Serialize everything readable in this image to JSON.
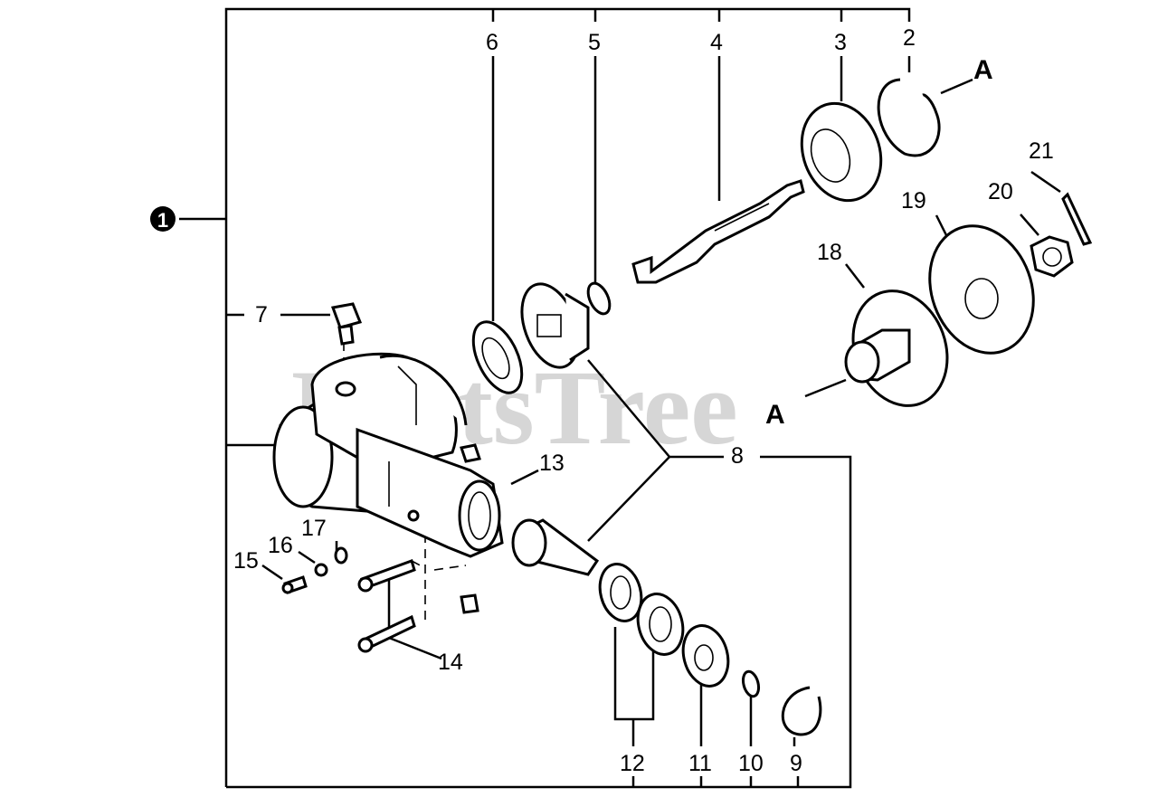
{
  "watermark": "PartsTree",
  "assembly_label": "1",
  "section_marker": "A",
  "part_labels": {
    "p2": "2",
    "p3": "3",
    "p4": "4",
    "p5": "5",
    "p6": "6",
    "p7": "7",
    "p8": "8",
    "p9": "9",
    "p10": "10",
    "p11": "11",
    "p12": "12",
    "p13": "13",
    "p14": "14",
    "p15": "15",
    "p16": "16",
    "p17": "17",
    "p18": "18",
    "p19": "19",
    "p20": "20",
    "p21": "21"
  },
  "colors": {
    "line": "#000000",
    "watermark": "#d6d6d6",
    "background": "#ffffff"
  }
}
